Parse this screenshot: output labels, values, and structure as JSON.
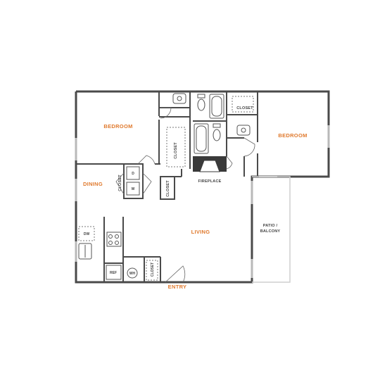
{
  "labels": {
    "bedroom_left": "BEDROOM",
    "bedroom_right": "BEDROOM",
    "dining": "DINING",
    "living": "LIVING",
    "entry": "ENTRY",
    "patio_line1": "PATIO /",
    "patio_line2": "BALCONY",
    "fireplace": "FIREPLACE",
    "closet_bedroom_left": "CLOSET",
    "closet_top_right": "CLOSET",
    "closet_laundry": "CLOSET",
    "closet_hall": "CLOSET",
    "closet_entry": "CLOSET",
    "dryer": "D",
    "washer": "W",
    "dishwasher": "DW",
    "refrigerator": "REF",
    "water_heater": "WH"
  },
  "colors": {
    "room_label": "#e07a2e",
    "wall": "#4a4a4a",
    "window": "#b9b9b9",
    "fixture_label": "#444444"
  }
}
